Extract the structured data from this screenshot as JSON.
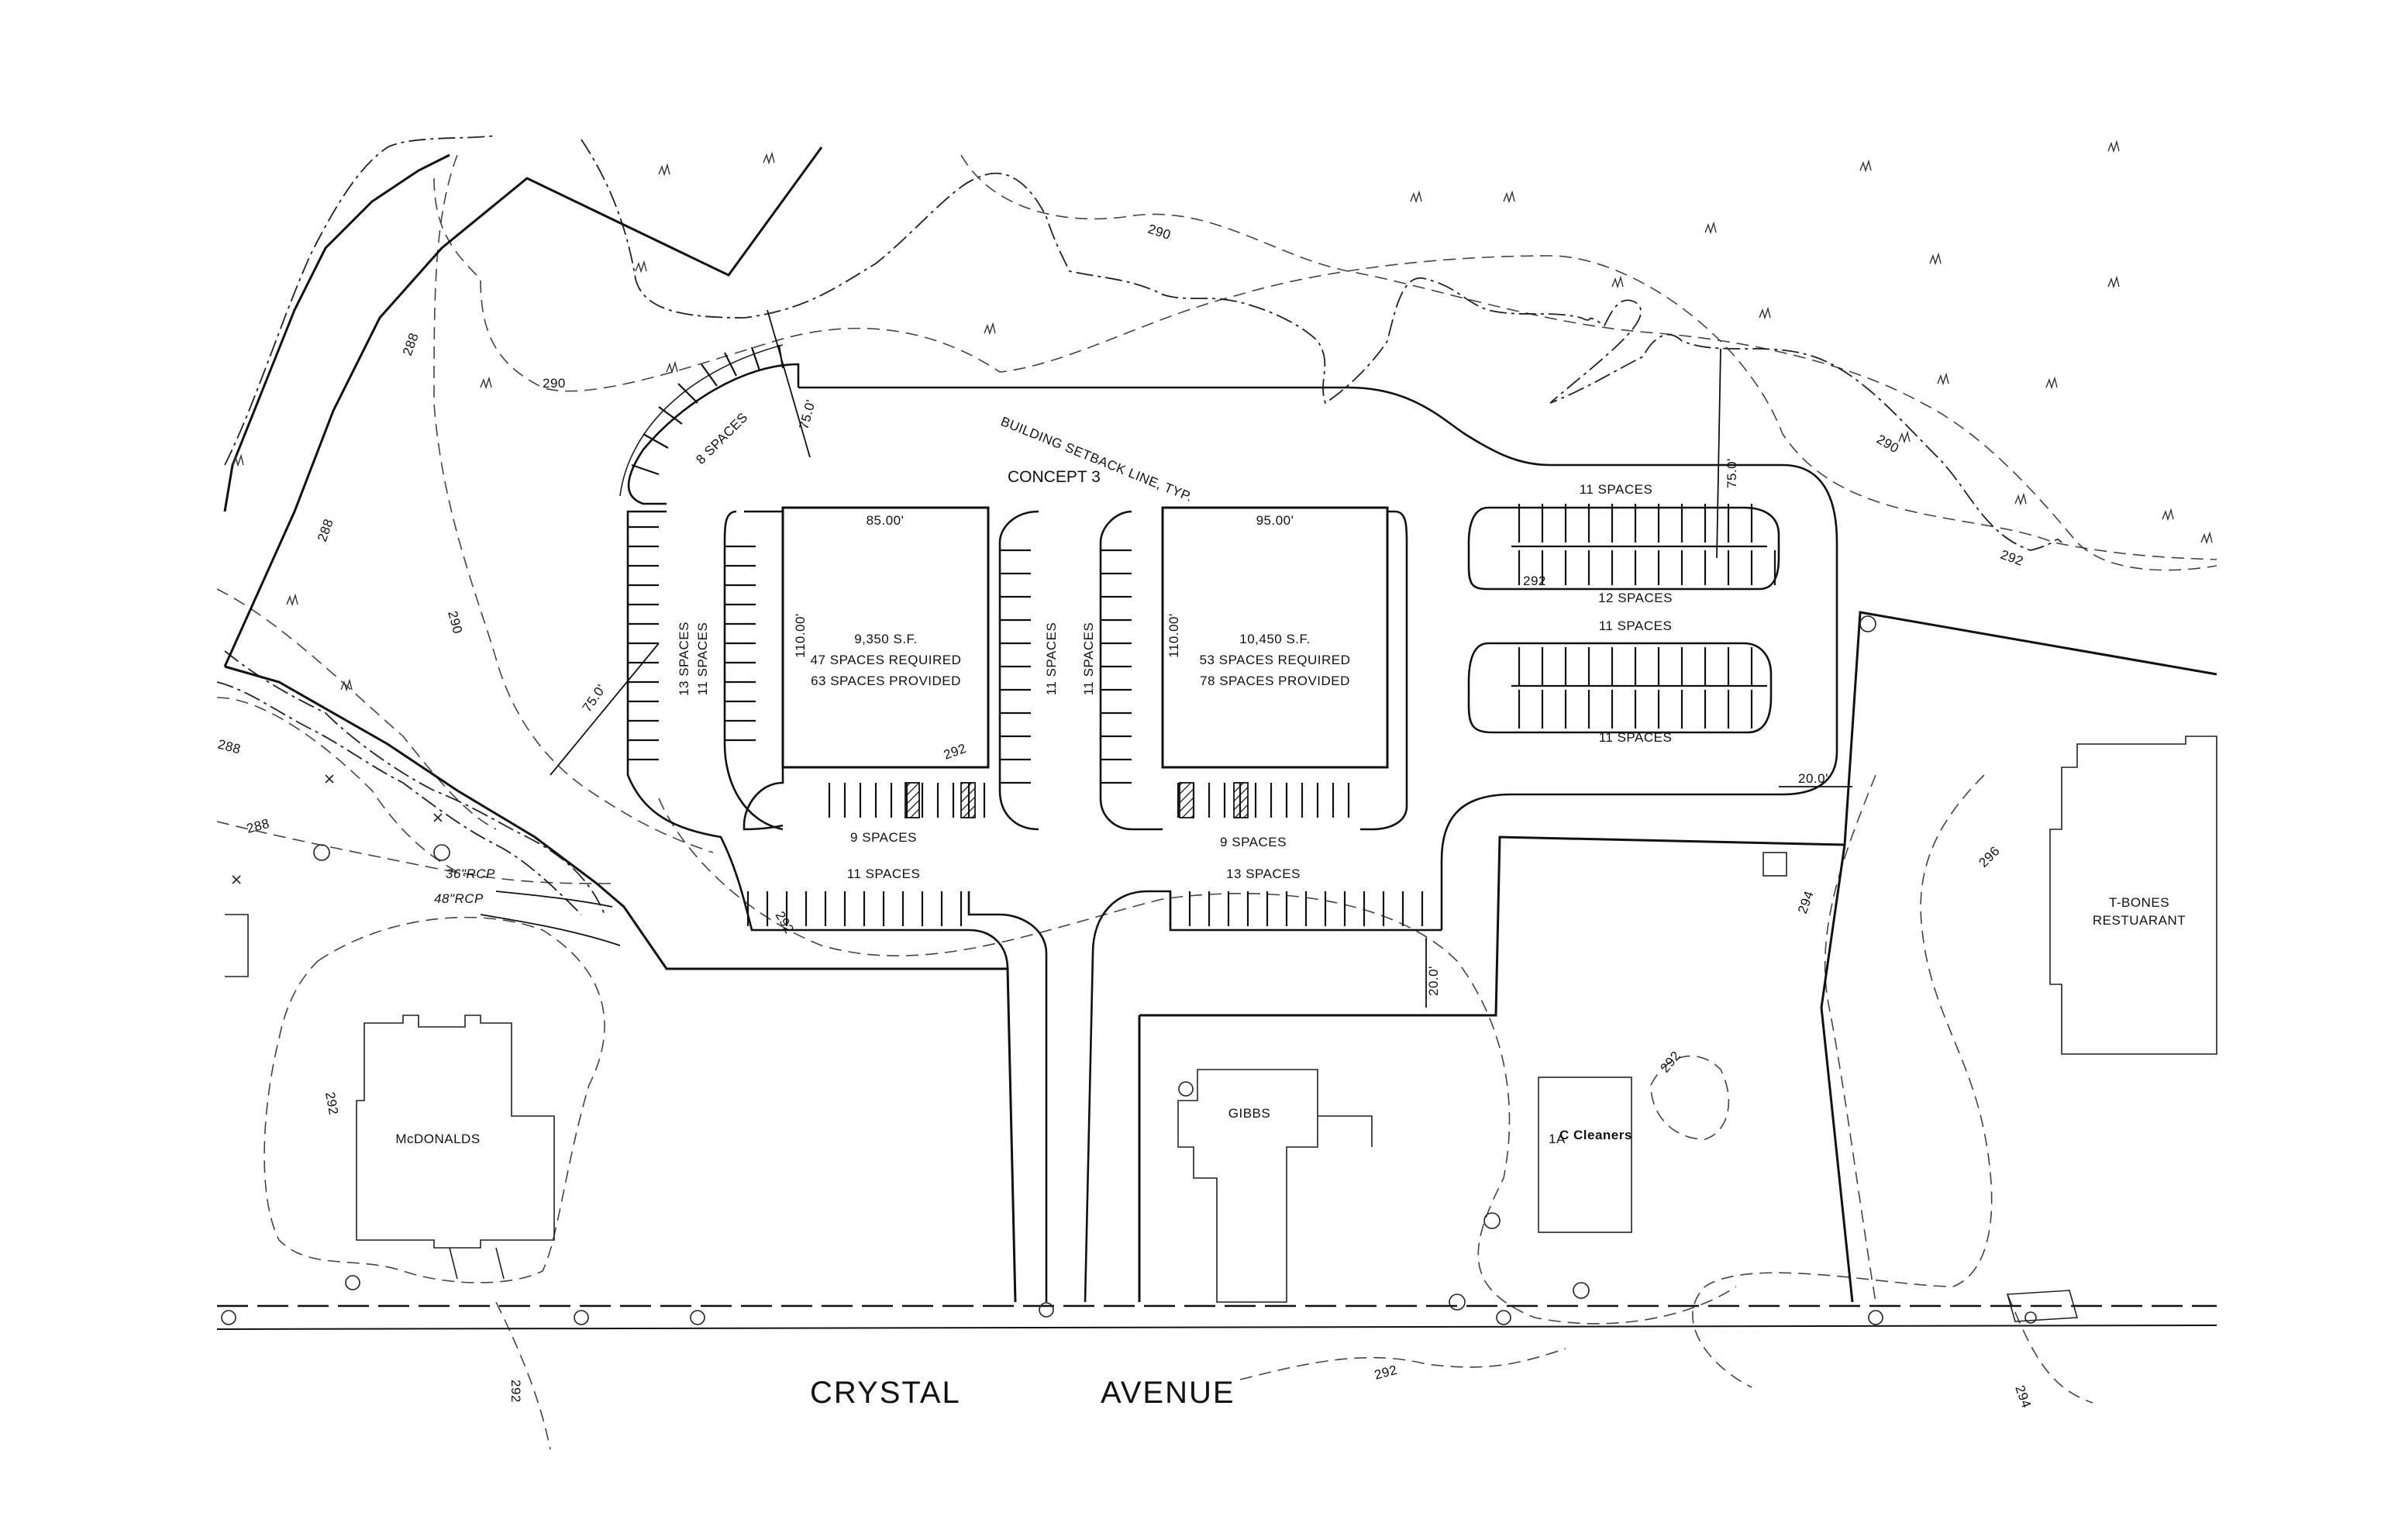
{
  "title": "CONCEPT 3",
  "setback_label": "BUILDING SETBACK LINE, TYP.",
  "buildings": {
    "left": {
      "width_label": "85.00'",
      "depth_label": "110.00'",
      "area": "9,350 S.F.",
      "required": "47 SPACES REQUIRED",
      "provided": "63 SPACES PROVIDED"
    },
    "right": {
      "width_label": "95.00'",
      "depth_label": "110.00'",
      "area": "10,450 S.F.",
      "required": "53 SPACES REQUIRED",
      "provided": "78 SPACES PROVIDED"
    }
  },
  "parking": {
    "curved": "8 SPACES",
    "left_outer": "13 SPACES",
    "left_inner": "11 SPACES",
    "mid_left": "11 SPACES",
    "mid_right": "11 SPACES",
    "front_left": "9 SPACES",
    "front_right": "9 SPACES",
    "bottom_left": "11 SPACES",
    "bottom_right": "13 SPACES",
    "east_1": "11 SPACES",
    "east_2": "12 SPACES",
    "east_3": "11 SPACES",
    "east_4": "11 SPACES"
  },
  "dimensions": {
    "setback_nw": "75.0'",
    "setback_w": "75.0'",
    "setback_e": "75.0'",
    "side_e": "20.0'",
    "side_s": "20.0'"
  },
  "pipes": {
    "p1": "36\"RCP",
    "p2": "48\"RCP"
  },
  "neighbors": {
    "mcdonalds": "McDONALDS",
    "gibbs": "GIBBS",
    "cleaners": "1A",
    "cleaners_name": "C Cleaners",
    "tbones": "T-BONES",
    "tbones2": "RESTUARANT"
  },
  "contours": {
    "c288a": "288",
    "c288b": "288",
    "c288c": "288",
    "c288d": "288",
    "c290a": "290",
    "c290b": "290",
    "c290c": "290",
    "c290d": "290",
    "c292a": "292",
    "c292b": "292",
    "c292c": "292",
    "c292d": "292",
    "c292e": "292",
    "c292f": "292",
    "c292g": "292",
    "c292h": "292",
    "c294a": "294",
    "c294b": "294",
    "c296": "296"
  },
  "street": {
    "word1": "CRYSTAL",
    "word2": "AVENUE"
  }
}
